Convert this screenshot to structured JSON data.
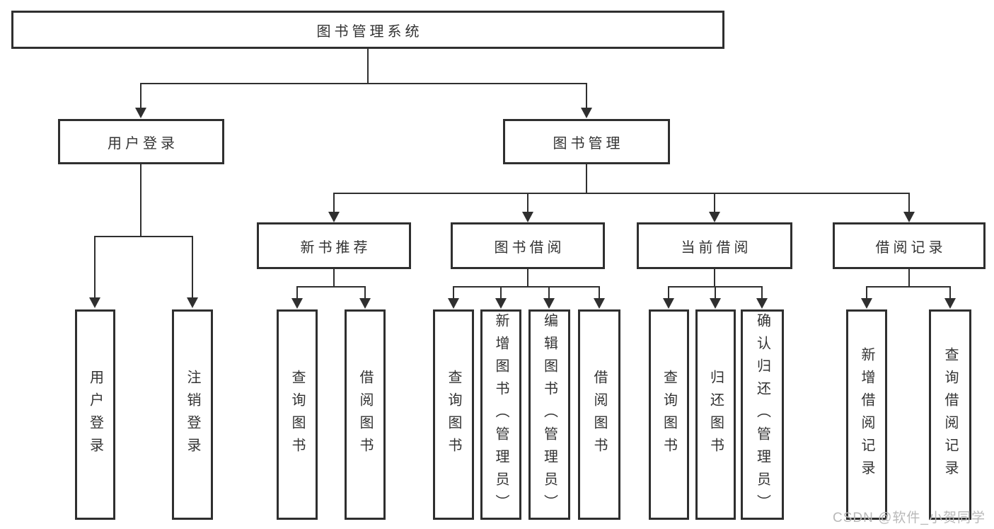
{
  "diagram": {
    "root": {
      "label": "图书管理系统",
      "children": [
        {
          "label": "用户登录",
          "children": [
            {
              "label": "用户登录"
            },
            {
              "label": "注销登录"
            }
          ]
        },
        {
          "label": "图书管理",
          "children": [
            {
              "label": "新书推荐",
              "children": [
                {
                  "label": "查询图书"
                },
                {
                  "label": "借阅图书"
                }
              ]
            },
            {
              "label": "图书借阅",
              "children": [
                {
                  "label": "查询图书"
                },
                {
                  "label": "新增图书（管理员）"
                },
                {
                  "label": "编辑图书（管理员）"
                },
                {
                  "label": "借阅图书"
                }
              ]
            },
            {
              "label": "当前借阅",
              "children": [
                {
                  "label": "查询图书"
                },
                {
                  "label": "归还图书"
                },
                {
                  "label": "确认归还（管理员）"
                }
              ]
            },
            {
              "label": "借阅记录",
              "children": [
                {
                  "label": "新增借阅记录"
                },
                {
                  "label": "查询借阅记录"
                }
              ]
            }
          ]
        }
      ]
    }
  },
  "watermark": {
    "text": "CSDN @软件_小贺同学"
  },
  "colors": {
    "background": "#ffffff",
    "line": "#2f2f2f",
    "box_border": "#2f2f2f",
    "text": "#333333",
    "watermark": "#b9b9b9"
  }
}
